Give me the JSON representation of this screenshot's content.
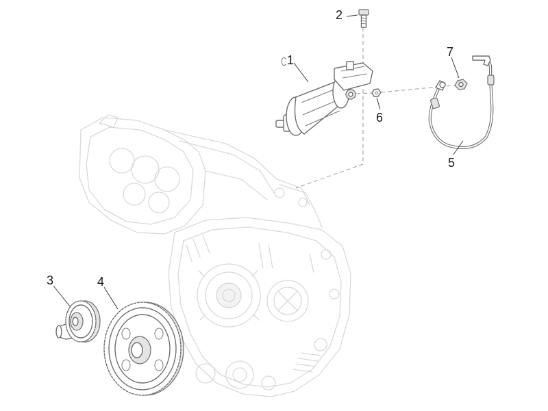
{
  "diagram": {
    "callouts": [
      {
        "id": "1",
        "label": "1",
        "part": "starter-motor"
      },
      {
        "id": "2",
        "label": "2",
        "part": "mounting-bolt"
      },
      {
        "id": "3",
        "label": "3",
        "part": "intermediate-gear"
      },
      {
        "id": "4",
        "label": "4",
        "part": "starter-ring-gear"
      },
      {
        "id": "5",
        "label": "5",
        "part": "starter-cable"
      },
      {
        "id": "6",
        "label": "6",
        "part": "terminal-nut-small"
      },
      {
        "id": "7",
        "label": "7",
        "part": "terminal-nut"
      }
    ]
  }
}
